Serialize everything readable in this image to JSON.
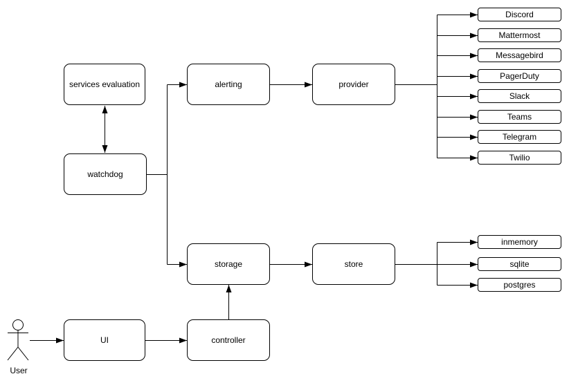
{
  "diagram": {
    "colors": {
      "background": "#ffffff",
      "stroke": "#000000",
      "node_fill": "#ffffff",
      "text": "#000000"
    },
    "nodes": {
      "services_evaluation": {
        "label": "services evaluation"
      },
      "watchdog": {
        "label": "watchdog"
      },
      "alerting": {
        "label": "alerting"
      },
      "provider": {
        "label": "provider"
      },
      "storage": {
        "label": "storage"
      },
      "store": {
        "label": "store"
      },
      "ui": {
        "label": "UI"
      },
      "controller": {
        "label": "controller"
      }
    },
    "provider_options": [
      "Discord",
      "Mattermost",
      "Messagebird",
      "PagerDuty",
      "Slack",
      "Teams",
      "Telegram",
      "Twilio"
    ],
    "store_options": [
      "inmemory",
      "sqlite",
      "postgres"
    ],
    "actor": {
      "label": "User"
    }
  }
}
